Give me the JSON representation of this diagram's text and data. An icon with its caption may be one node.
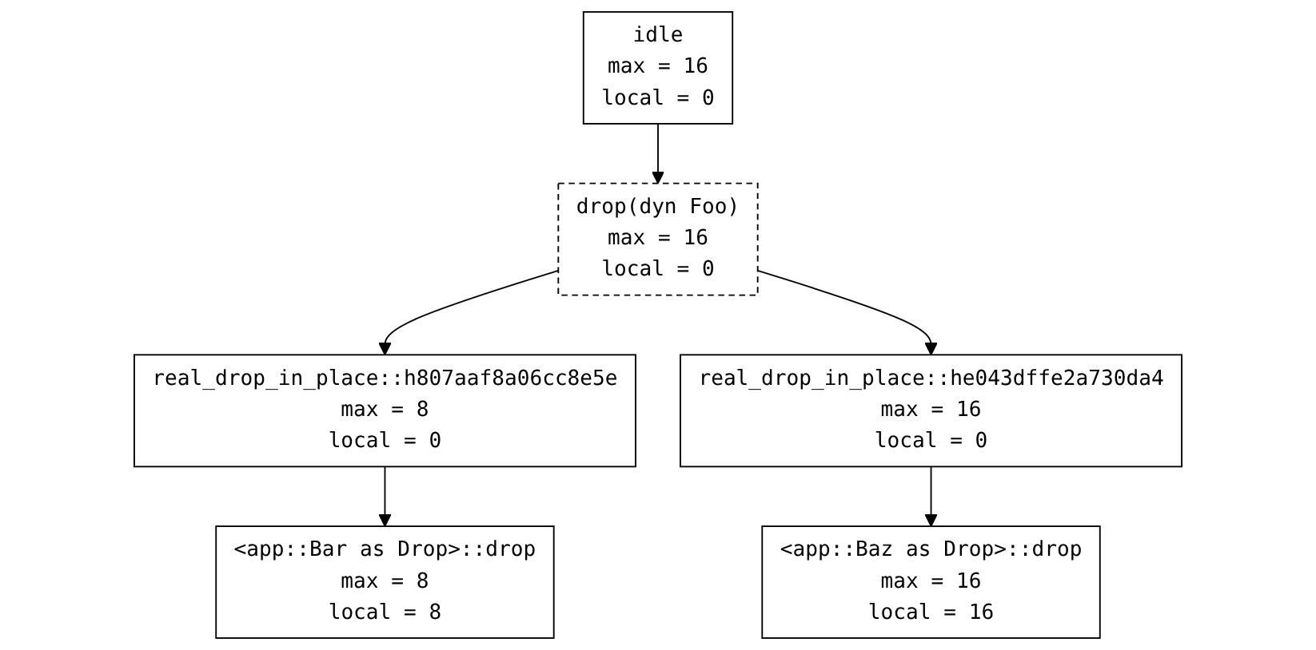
{
  "diagram": {
    "nodes": [
      {
        "text": [
          "idle",
          "max = 16",
          "local = 0"
        ]
      },
      {
        "text": [
          "drop(dyn Foo)",
          "max = 16",
          "local = 0"
        ]
      },
      {
        "text": [
          "real_drop_in_place::h807aaf8a06cc8e5e",
          "max = 8",
          "local = 0"
        ]
      },
      {
        "text": [
          "real_drop_in_place::he043dffe2a730da4",
          "max = 16",
          "local = 0"
        ]
      },
      {
        "text": [
          "<app::Bar as Drop>::drop",
          "max = 8",
          "local = 8"
        ]
      },
      {
        "text": [
          "<app::Baz as Drop>::drop",
          "max = 16",
          "local = 16"
        ]
      }
    ],
    "edges": [
      {
        "from": 0,
        "to": 1,
        "arrow": "to"
      },
      {
        "from": 1,
        "to": 2,
        "arrow": "to"
      },
      {
        "from": 1,
        "to": 3,
        "arrow": "to"
      },
      {
        "from": 2,
        "to": 4,
        "arrow": "to"
      },
      {
        "from": 3,
        "to": 5,
        "arrow": "to"
      }
    ]
  }
}
